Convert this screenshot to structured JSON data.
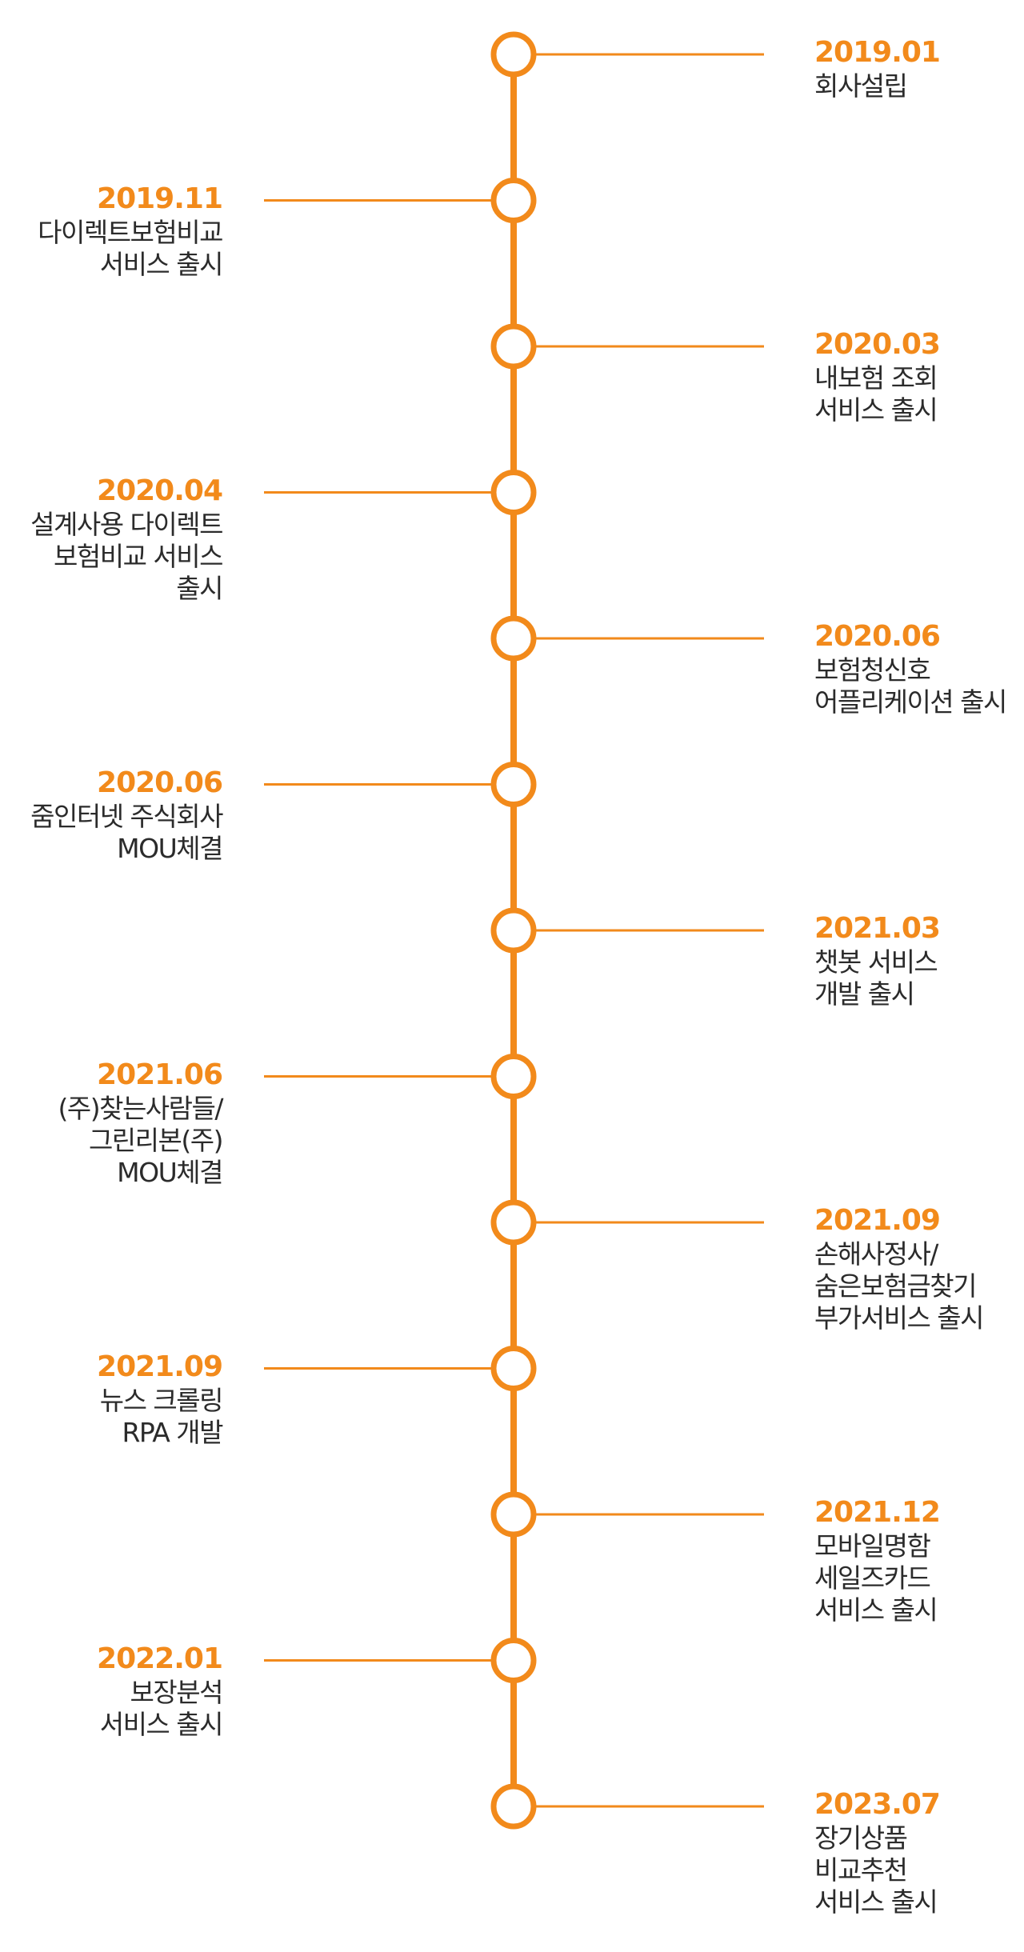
{
  "theme": {
    "accent_color": "#f28a1b",
    "text_color": "#2b2b2b",
    "background_color": "#ffffff"
  },
  "events": [
    {
      "date": "2019.01",
      "side": "right",
      "description": "회사설립"
    },
    {
      "date": "2019.11",
      "side": "left",
      "description": "다이렉트보험비교\n서비스 출시"
    },
    {
      "date": "2020.03",
      "side": "right",
      "description": "내보험 조회\n서비스 출시"
    },
    {
      "date": "2020.04",
      "side": "left",
      "description": "설계사용 다이렉트\n보험비교 서비스\n출시"
    },
    {
      "date": "2020.06",
      "side": "right",
      "description": "보험청신호\n어플리케이션 출시"
    },
    {
      "date": "2020.06",
      "side": "left",
      "description": "줌인터넷 주식회사\nMOU체결"
    },
    {
      "date": "2021.03",
      "side": "right",
      "description": "챗봇 서비스\n개발 출시"
    },
    {
      "date": "2021.06",
      "side": "left",
      "description": "(주)찾는사람들/\n그린리본(주)\nMOU체결"
    },
    {
      "date": "2021.09",
      "side": "right",
      "description": "손해사정사/\n숨은보험금찾기\n부가서비스 출시"
    },
    {
      "date": "2021.09",
      "side": "left",
      "description": "뉴스 크롤링\nRPA 개발"
    },
    {
      "date": "2021.12",
      "side": "right",
      "description": "모바일명함\n세일즈카드\n서비스 출시"
    },
    {
      "date": "2022.01",
      "side": "left",
      "description": "보장분석\n서비스 출시"
    },
    {
      "date": "2023.07",
      "side": "right",
      "description": "장기상품\n비교추천\n서비스 출시"
    }
  ]
}
